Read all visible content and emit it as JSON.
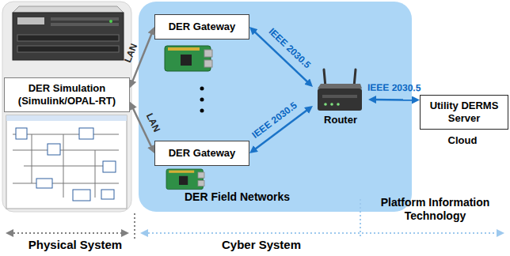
{
  "diagram": {
    "nodes": [
      {
        "text": [
          "DER Field Networks"
        ]
      },
      {
        "text": [
          "DER Simulation (Simulink/OPAL-RT)"
        ]
      },
      {
        "text": [
          "DER Gateway"
        ],
        "in": 0
      },
      {
        "text": [
          "DER Gateway"
        ],
        "in": 0
      },
      {
        "text": [
          "Router"
        ],
        "in": 0
      },
      {
        "text": [
          "Utility DERMS Server"
        ]
      }
    ],
    "edges": [
      {
        "from": 1,
        "to": 2,
        "label": "LAN",
        "arrow": "both"
      },
      {
        "from": 1,
        "to": 3,
        "label": "LAN",
        "arrow": "both"
      },
      {
        "from": 2,
        "to": 4,
        "label": "IEEE 2030.5",
        "arrow": "both"
      },
      {
        "from": 3,
        "to": 4,
        "label": "IEEE 2030.5",
        "arrow": "both"
      },
      {
        "from": 4,
        "to": 5,
        "label": "IEEE 2030.5",
        "arrow": "both"
      }
    ],
    "labels": [
      "Cloud",
      "Platform Information Technology",
      "Physical System",
      "Cyber System"
    ]
  }
}
